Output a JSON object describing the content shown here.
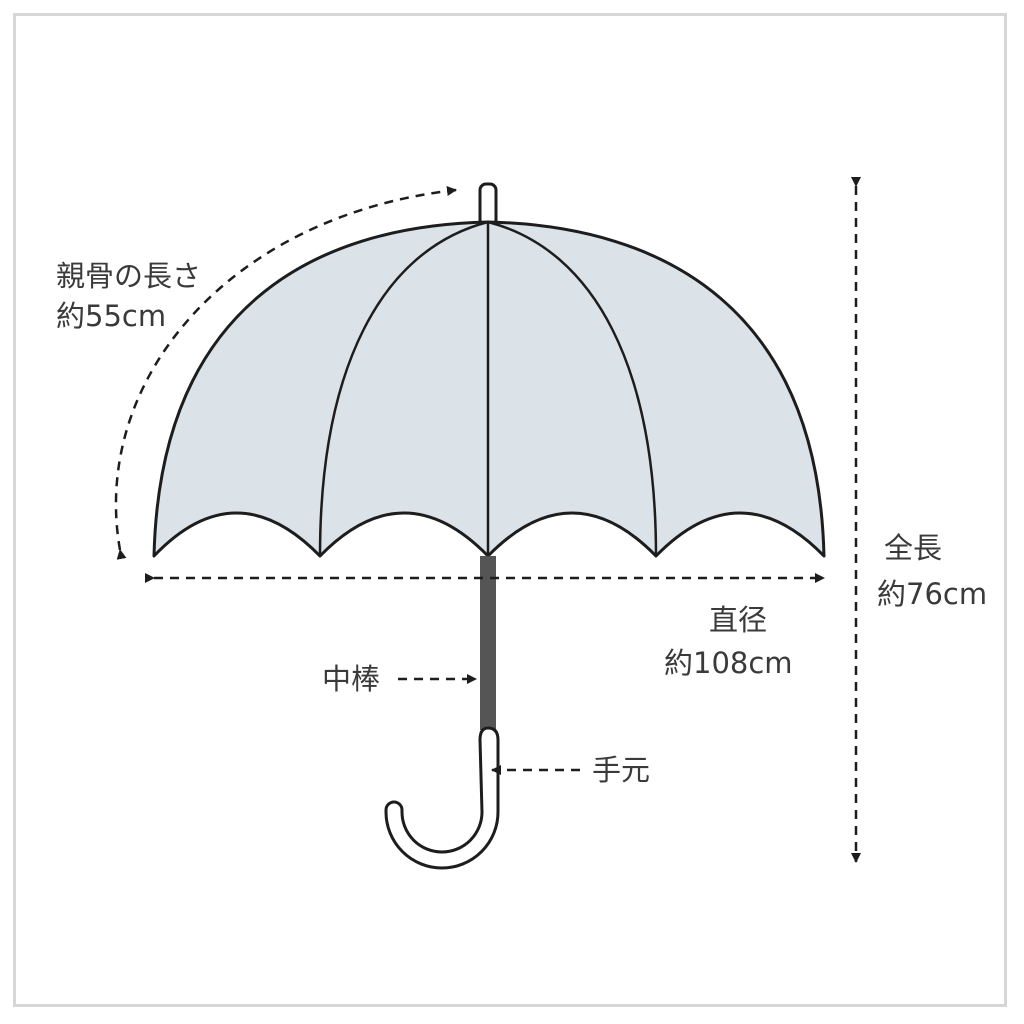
{
  "labels": {
    "rib_length": {
      "name": "親骨の長さ",
      "value": "約55cm"
    },
    "total_length": {
      "name": "全長",
      "value": "約76cm"
    },
    "diameter": {
      "name": "直径",
      "value": "約108cm"
    },
    "shaft": {
      "name": "中棒"
    },
    "handle": {
      "name": "手元"
    }
  },
  "colors": {
    "canopy_fill": "#dbe2e8",
    "outline": "#1d1d1d",
    "shaft": "#555555",
    "text": "#3a3a3a",
    "frame": "#d6d6d6"
  }
}
